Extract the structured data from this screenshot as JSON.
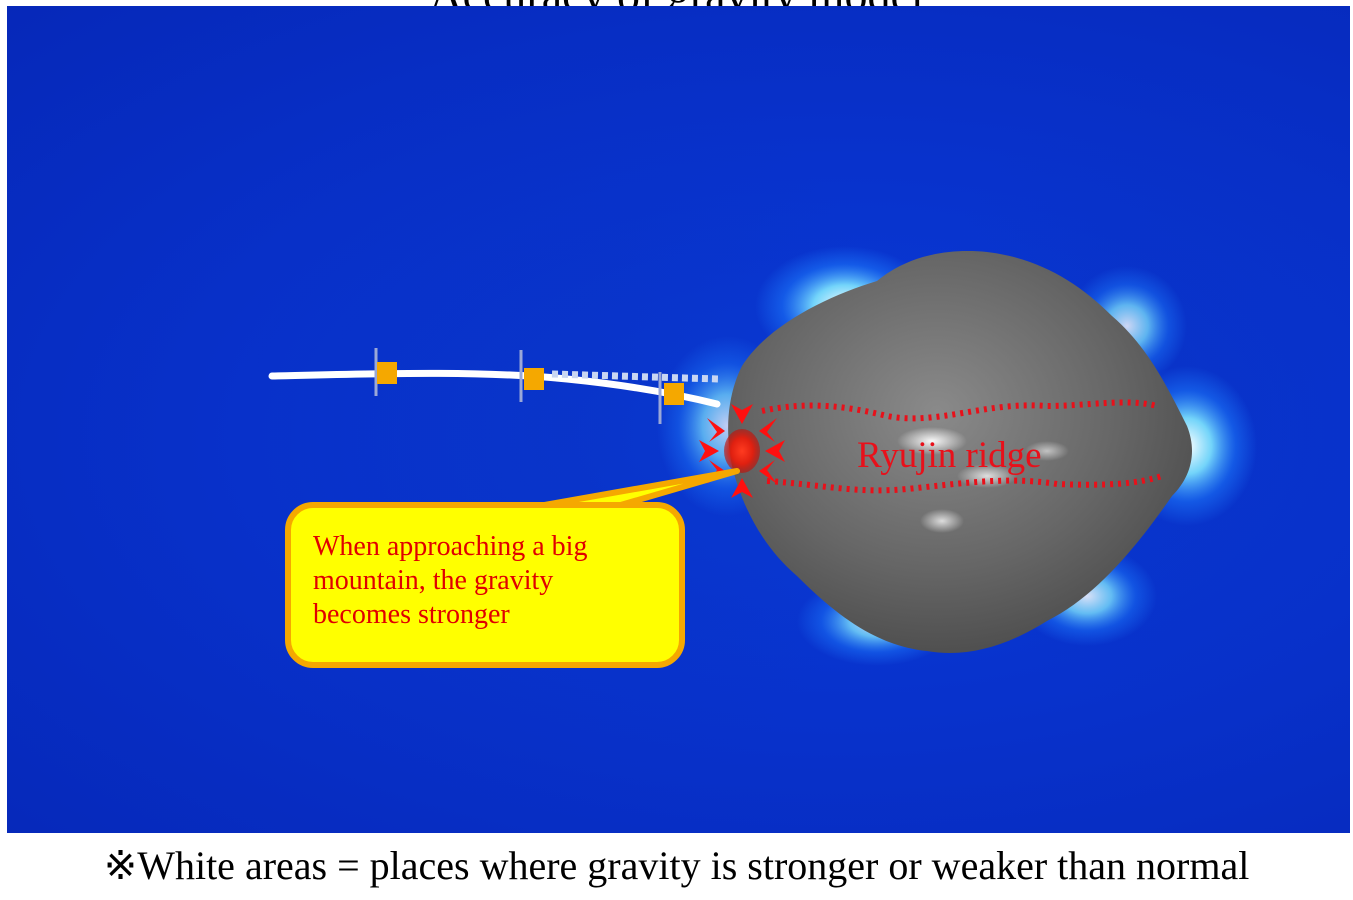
{
  "slide": {
    "title": "Accuracy of gravity model",
    "footnote": "※White areas = places where gravity is stronger or weaker than normal"
  },
  "diagram": {
    "callout_text": "When approaching a big\nmountain, the gravity\nbecomes stronger",
    "ridge_label": "Ryujin ridge",
    "colors": {
      "background_field": "#0832cc",
      "anomaly_glow": "#ffffff",
      "asteroid": "#6e6e6e",
      "trajectory": "#ffffff",
      "spacecraft": "#f5a800",
      "arrows": "#ff1010",
      "ridge_outline": "#e8101a",
      "callout_fill": "#ffff00",
      "callout_border": "#f5a800",
      "callout_text": "#e00000"
    },
    "icons": [
      "spacecraft-icon",
      "gravity-arrow-icon"
    ]
  }
}
